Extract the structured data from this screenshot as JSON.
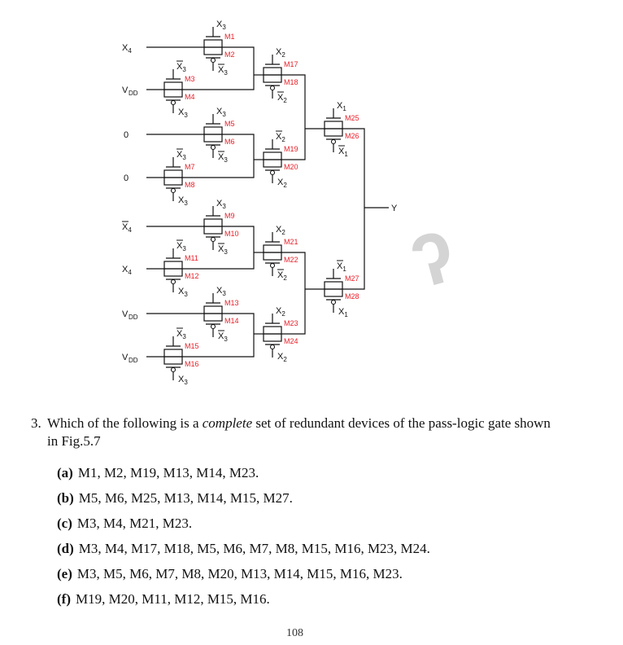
{
  "circuit": {
    "inputs": [
      "X4",
      "VDD",
      "0",
      "0",
      "X̄4",
      "X4",
      "VDD",
      "VDD"
    ],
    "transistors": [
      "M1",
      "M2",
      "M3",
      "M4",
      "M5",
      "M6",
      "M7",
      "M8",
      "M9",
      "M10",
      "M11",
      "M12",
      "M13",
      "M14",
      "M15",
      "M16",
      "M17",
      "M18",
      "M19",
      "M20",
      "M21",
      "M22",
      "M23",
      "M24",
      "M25",
      "M26",
      "M27",
      "M28"
    ],
    "gate_x3": "X3",
    "gate_x3bar": "X̄3",
    "gate_x2": "X2",
    "gate_x2bar": "X̄2",
    "gate_x1": "X1",
    "gate_x1bar": "X̄1",
    "output": "Y",
    "label_color": "#e8202a",
    "wire_color": "#111111"
  },
  "question": {
    "number": "3.",
    "text_before": "Which of the following is a ",
    "text_italic": "complete",
    "text_after": " set of redundant devices of the pass-logic gate shown",
    "text_line2": "in Fig.5.7",
    "options": [
      {
        "label": "(a)",
        "text": "M1, M2, M19, M13, M14, M23."
      },
      {
        "label": "(b)",
        "text": "M5, M6, M25, M13, M14, M15, M27."
      },
      {
        "label": "(c)",
        "text": "M3, M4, M21, M23."
      },
      {
        "label": "(d)",
        "text": "M3, M4, M17, M18, M5, M6, M7, M8, M15, M16, M23, M24."
      },
      {
        "label": "(e)",
        "text": "M3, M5, M6, M7, M8, M20, M13, M14, M15, M16, M23."
      },
      {
        "label": "(f)",
        "text": "M19, M20, M11, M12, M15, M16."
      }
    ]
  },
  "page_number": "108"
}
